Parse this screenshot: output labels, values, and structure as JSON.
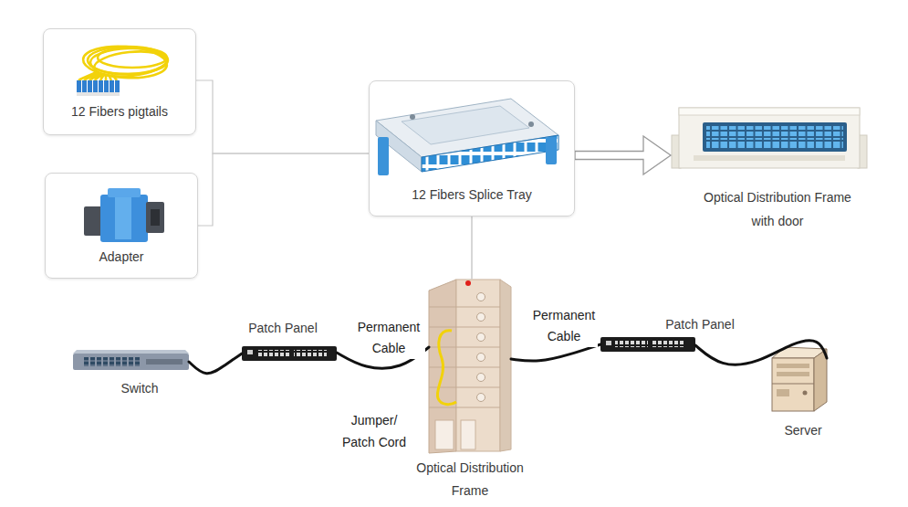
{
  "diagram": {
    "nodes": [
      {
        "text": [
          "12 Fibers pigtails"
        ]
      },
      {
        "text": [
          "Adapter"
        ]
      },
      {
        "text": [
          "12 Fibers Splice Tray"
        ]
      },
      {
        "text": [
          "Optical Distribution Frame with door"
        ]
      },
      {
        "text": [
          "Switch"
        ]
      },
      {
        "text": [
          "Patch Panel"
        ]
      },
      {
        "text": [
          "Optical Distribution Frame"
        ]
      },
      {
        "text": [
          "Patch Panel"
        ]
      },
      {
        "text": [
          "Server"
        ]
      }
    ],
    "edges": [
      {
        "from": 0,
        "to": 2,
        "arrow": "none"
      },
      {
        "from": 1,
        "to": 2,
        "arrow": "none"
      },
      {
        "from": 2,
        "to": 3,
        "arrow": "to"
      },
      {
        "from": 2,
        "to": 6,
        "arrow": "none"
      },
      {
        "from": 4,
        "to": 5,
        "arrow": "none"
      },
      {
        "from": 5,
        "to": 6,
        "label": "Permanent Cable",
        "arrow": "none"
      },
      {
        "from": 6,
        "to": 7,
        "label": "Permanent Cable",
        "arrow": "none"
      },
      {
        "from": 7,
        "to": 8,
        "arrow": "none"
      }
    ],
    "labels": [
      "Jumper/ Patch Cord"
    ]
  }
}
